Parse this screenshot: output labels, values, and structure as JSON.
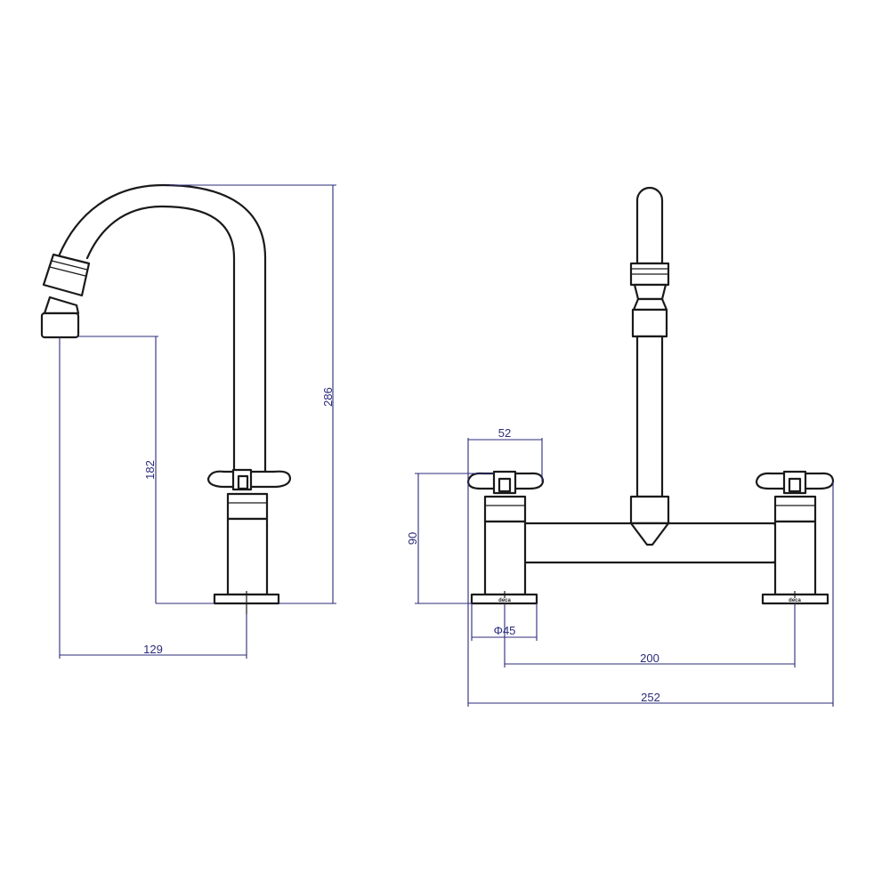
{
  "colors": {
    "outline": "#1a1a1a",
    "dimension": "#2b2b7a",
    "background": "#ffffff"
  },
  "side_view": {
    "dim_total_height": "286",
    "dim_spout_height": "182",
    "dim_spout_reach": "129"
  },
  "front_view": {
    "dim_handle_width": "52",
    "dim_body_height": "90",
    "dim_base_diameter": "Φ45",
    "dim_center_distance": "200",
    "dim_overall_width": "252",
    "brand_left": "deca",
    "brand_right": "deca"
  }
}
